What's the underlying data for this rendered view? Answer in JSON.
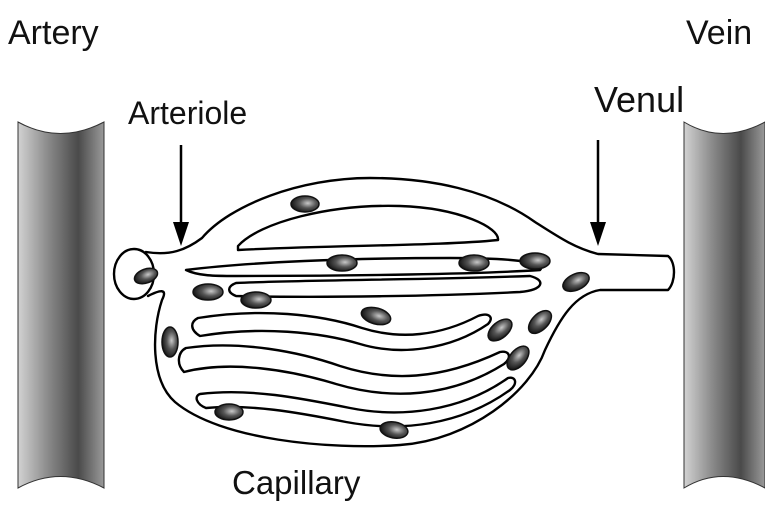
{
  "labels": {
    "artery": "Artery",
    "vein": "Vein",
    "venul": "Venul",
    "arteriole": "Arteriole",
    "capillary": "Capillary"
  },
  "colors": {
    "vessel_light": "#d0d0d0",
    "vessel_dark": "#4d4d4d",
    "outline": "#000000",
    "cell_dark": "#222222",
    "cell_light": "#bdbdbd"
  },
  "icons": {
    "artery": "artery-vessel-icon",
    "vein": "vein-vessel-icon",
    "blood_cell": "blood-cell-icon",
    "arrow": "down-arrow-icon"
  }
}
